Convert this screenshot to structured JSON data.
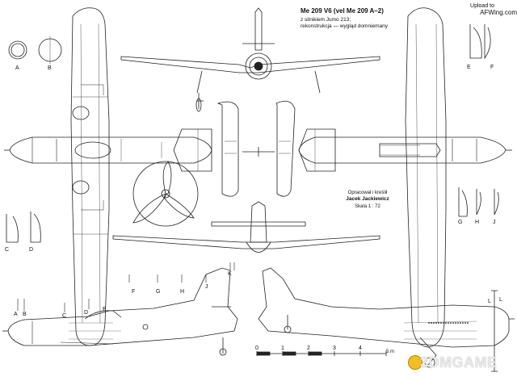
{
  "title": {
    "main": "Me 209 V6 (vel Me 209 A–2)",
    "sub": "z silnikiem Jumo 213;\nrekonstrukcja — wygląd domniemany"
  },
  "credit": {
    "line1": "Upload to",
    "line2": "AFWing.com"
  },
  "author": {
    "label": "Opracował i kreślił",
    "name": "Jacek Jackiewicz",
    "scale": "Skala 1 : 72"
  },
  "scale_bar": {
    "unit": "5 m",
    "ticks": [
      "0",
      "1",
      "2",
      "3",
      "4"
    ]
  },
  "section_labels": {
    "left_top": [
      "A",
      "B"
    ],
    "left_mid": [
      "C",
      "D"
    ],
    "right_top": [
      "E",
      "F"
    ],
    "right_mid": [
      "G",
      "H",
      "J"
    ],
    "side_view": [
      "A",
      "B",
      "C",
      "D",
      "E",
      "F",
      "G",
      "H",
      "J",
      "K",
      "L",
      "L"
    ]
  },
  "watermark": "3DMGAME"
}
